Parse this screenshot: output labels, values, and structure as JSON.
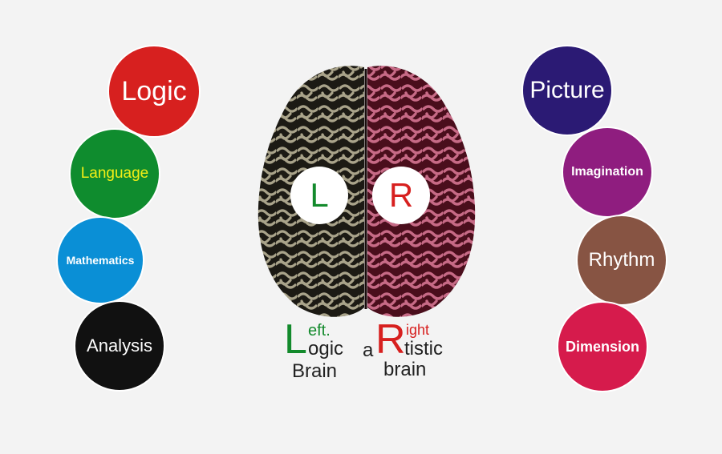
{
  "left_items": [
    {
      "label": "Logic",
      "color": "#d7201f",
      "text_color": "#ffffff"
    },
    {
      "label": "Language",
      "color": "#0f8c2e",
      "text_color": "#f2ee16"
    },
    {
      "label": "Mathematics",
      "color": "#0a8fd6",
      "text_color": "#ffffff"
    },
    {
      "label": "Analysis",
      "color": "#111111",
      "text_color": "#ffffff"
    }
  ],
  "right_items": [
    {
      "label": "Picture",
      "color": "#2b1a74",
      "text_color": "#ffffff"
    },
    {
      "label": "Imagination",
      "color": "#8f1d7f",
      "text_color": "#ffffff"
    },
    {
      "label": "Rhythm",
      "color": "#875443",
      "text_color": "#ffffff"
    },
    {
      "label": "Dimension",
      "color": "#d61b4c",
      "text_color": "#ffffff"
    }
  ],
  "brain": {
    "left_letter": "L",
    "right_letter": "R",
    "left_color": "#138a2c",
    "right_color": "#d7201f"
  },
  "captions": {
    "left": {
      "big_letter": "L",
      "top": "eft.",
      "rest": "ogic",
      "line2": "Brain"
    },
    "right": {
      "prefix": "a",
      "big_letter": "R",
      "top": "ight",
      "rest": "tistic",
      "line2": "brain"
    }
  }
}
